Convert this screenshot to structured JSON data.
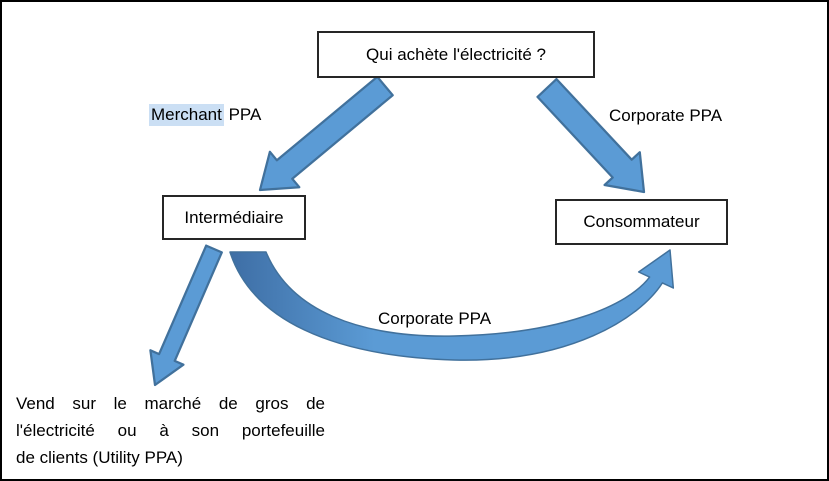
{
  "diagram": {
    "question_box": "Qui achète l'électricité ?",
    "merchant_label": {
      "highlighted": "Merchant",
      "rest": " PPA"
    },
    "corporate_right_label": "Corporate PPA",
    "intermediaire_box": "Intermédiaire",
    "consommateur_box": "Consommateur",
    "curve_label": "Corporate PPA",
    "bottom_note_lines": [
      "Vend sur le marché de gros de",
      "l'électricité ou à son portefeuille",
      "de clients (Utility PPA)"
    ]
  },
  "icons": {
    "down_left_arrow": "thick-arrow-down-left",
    "down_right_arrow": "thick-arrow-down-right",
    "sell_arrow": "thick-arrow-down-left",
    "curved_arrow": "curved-tapered-arrow-right-up"
  },
  "colors": {
    "arrow_fill": "#5b9bd5",
    "arrow_stroke": "#41719c",
    "arrow_dark": "#3e6ea5",
    "highlight": "#cbdff4",
    "box_border": "#262626",
    "outer_border": "#000000",
    "text": "#000000",
    "bg": "#ffffff"
  }
}
